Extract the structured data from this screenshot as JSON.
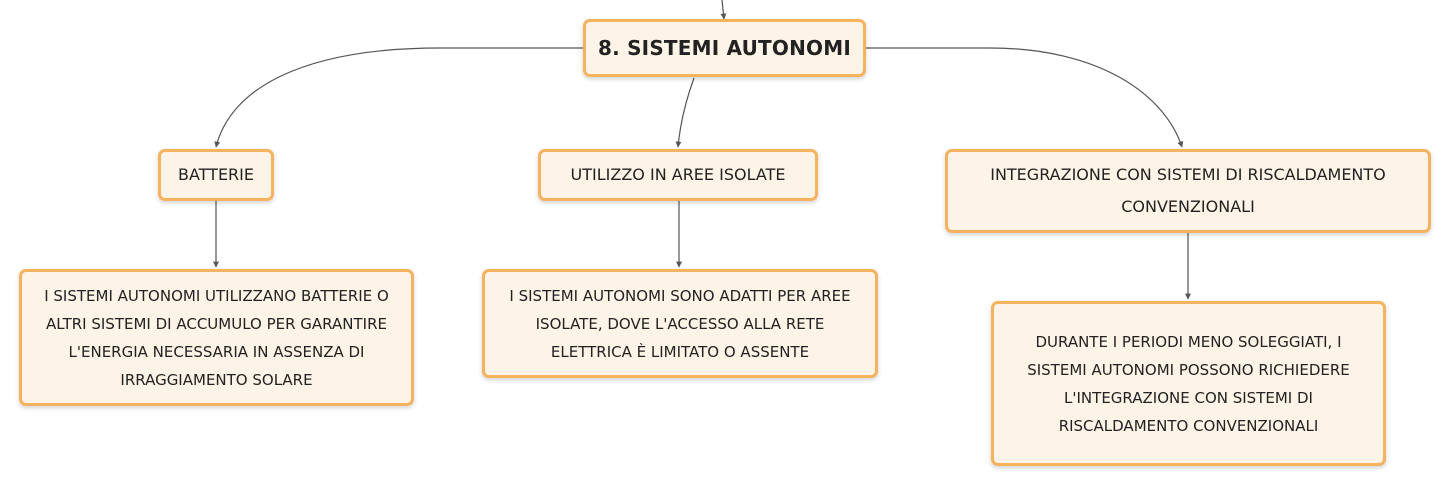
{
  "diagram": {
    "root": "8. SISTEMI AUTONOMI",
    "topics": [
      {
        "label": "BATTERIE",
        "detail": "I SISTEMI AUTONOMI UTILIZZANO BATTERIE O ALTRI SISTEMI DI ACCUMULO PER GARANTIRE L'ENERGIA NECESSARIA IN ASSENZA DI IRRAGGIAMENTO SOLARE"
      },
      {
        "label": "UTILIZZO IN AREE ISOLATE",
        "detail": "I SISTEMI AUTONOMI SONO ADATTI PER AREE ISOLATE, DOVE L'ACCESSO ALLA RETE ELETTRICA È LIMITATO O ASSENTE"
      },
      {
        "label": "INTEGRAZIONE CON SISTEMI DI RISCALDAMENTO CONVENZIONALI",
        "detail": "DURANTE I PERIODI MENO SOLEGGIATI, I SISTEMI AUTONOMI POSSONO RICHIEDERE L'INTEGRAZIONE CON SISTEMI DI RISCALDAMENTO CONVENZIONALI"
      }
    ]
  },
  "colors": {
    "node_fill": "#fdf3e6",
    "node_border": "#f5b25f",
    "connector": "#555555"
  }
}
